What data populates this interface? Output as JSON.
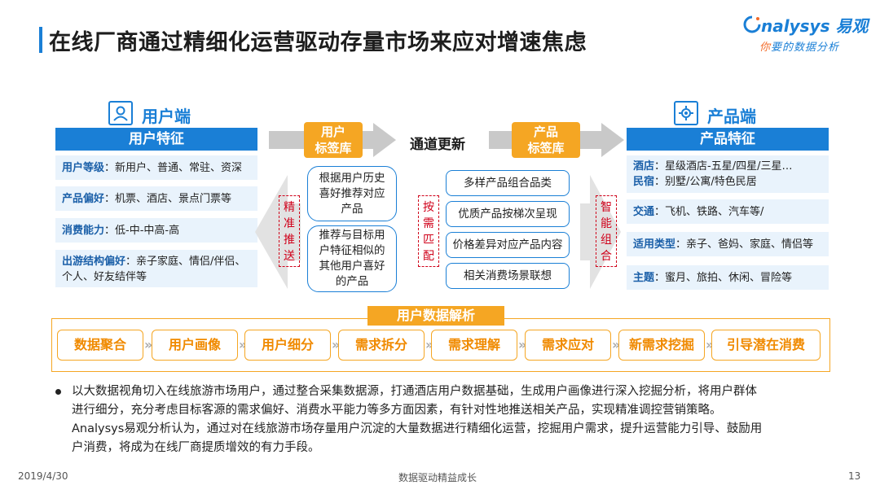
{
  "title": "在线厂商通过精细化运营驱动存量市场来应对增速焦虑",
  "logo": {
    "brand": "nalysys 易观",
    "slogan_hl": "你",
    "slogan": "要的数据分析"
  },
  "user_side": {
    "head": "用户端",
    "header": "用户特征",
    "rows": [
      {
        "key": "用户等级",
        "val": "：新用户、普通、常驻、资深"
      },
      {
        "key": "产品偏好",
        "val": "：机票、酒店、景点门票等"
      },
      {
        "key": "消费能力",
        "val": "：低-中-中高-高"
      },
      {
        "key": "出游结构偏好",
        "val": "：亲子家庭、情侣/伴侣、",
        "val2": "个人、好友结伴等"
      }
    ]
  },
  "product_side": {
    "head": "产品端",
    "header": "产品特征",
    "rows": [
      {
        "key": "酒店",
        "val": "：星级酒店-五星/四星/三星…",
        "key2": "民宿",
        "val2": "：别墅/公寓/特色民居"
      },
      {
        "key": "交通",
        "val": "：飞机、铁路、汽车等/"
      },
      {
        "key": "适用类型",
        "val": "：亲子、爸妈、家庭、情侣等"
      },
      {
        "key": "主题",
        "val": "：蜜月、旅拍、休闲、冒险等"
      }
    ]
  },
  "middle": {
    "user_tag": [
      "用户",
      "标签库"
    ],
    "channel": "通道更新",
    "product_tag": [
      "产品",
      "标签库"
    ],
    "left_bubbles": [
      "根据用户历史喜好推荐对应产品",
      "推荐与目标用户特征相似的其他用户喜好的产品"
    ],
    "vtag_left": [
      "精",
      "准",
      "推",
      "送"
    ],
    "vtag_mid": [
      "按",
      "需",
      "匹",
      "配"
    ],
    "vtag_right": [
      "智",
      "能",
      "组",
      "合"
    ],
    "pills": [
      "多样产品组合品类",
      "优质产品按梯次呈现",
      "价格差异对应产品内容",
      "相关消费场景联想"
    ]
  },
  "process": {
    "label": "用户数据解析",
    "steps": [
      "数据聚合",
      "用户画像",
      "用户细分",
      "需求拆分",
      "需求理解",
      "需求应对",
      "新需求挖掘",
      "引导潜在消费"
    ]
  },
  "paragraph": [
    "以大数据视角切入在线旅游市场用户，通过整合采集数据源，打通酒店用户数据基础，生成用户画像进行深入挖掘分析，将用户群体",
    "进行细分，充分考虑目标客源的需求偏好、消费水平能力等多方面因素，有针对性地推送相关产品，实现精准调控营销策略。",
    "Analysys易观分析认为，通过对在线旅游市场存量用户沉淀的大量数据进行精细化运营，挖掘用户需求，提升运营能力引导、鼓励用",
    "户消费，将成为在线厂商提质增效的有力手段。"
  ],
  "footer": {
    "date": "2019/4/30",
    "center": "数据驱动精益成长",
    "page": "13"
  },
  "colors": {
    "accent": "#1a7fd6",
    "orange": "#f5a623",
    "red": "#d0021b"
  }
}
